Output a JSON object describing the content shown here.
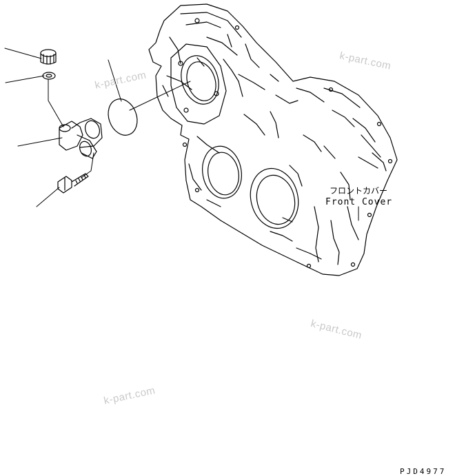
{
  "watermark": "k-part.com",
  "labels": {
    "front_cover_jp": "フロントカバー",
    "front_cover_en": "Front Cover"
  },
  "drawing_code": "PJD4977"
}
